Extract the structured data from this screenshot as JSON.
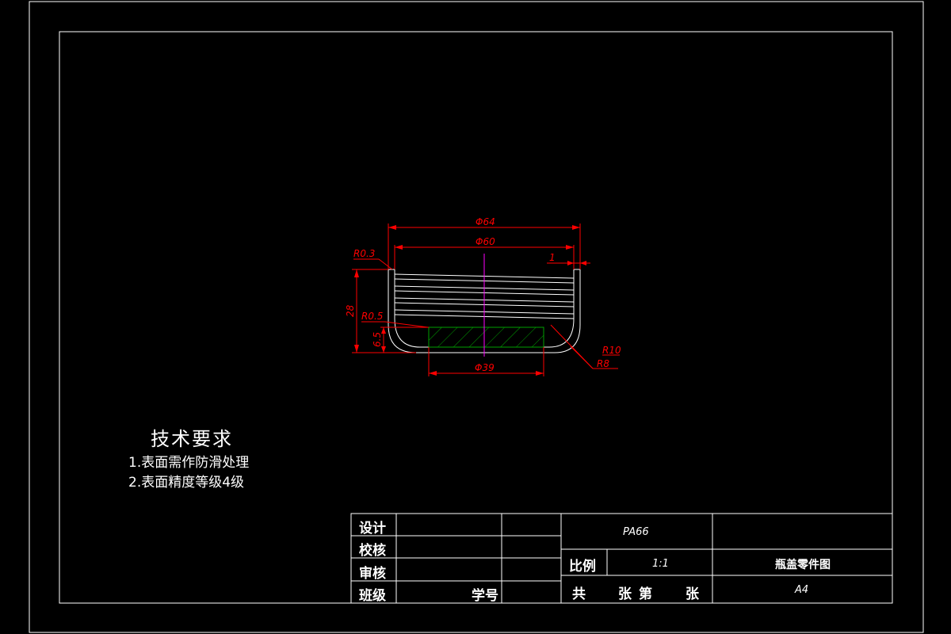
{
  "drawing": {
    "dimensions": {
      "outer_diameter": "Φ64",
      "inner_diameter": "Φ60",
      "bottom_diameter": "Φ39",
      "height": "28",
      "bottom_height": "6.5",
      "radius_top": "R0.3",
      "radius_inner": "R0.5",
      "radius_outer_10": "R10",
      "radius_outer_8": "R8",
      "lip_width": "1"
    }
  },
  "requirements": {
    "title": "技术要求",
    "items": [
      "1.表面需作防滑处理",
      "2.表面精度等级4级"
    ]
  },
  "title_block": {
    "design_label": "设计",
    "check_label": "校核",
    "review_label": "审核",
    "class_label": "班级",
    "student_id_label": "学号",
    "material": "PA66",
    "scale_label": "比例",
    "scale_value": "1:1",
    "drawing_name": "瓶盖零件图",
    "sheet_total_label": "共",
    "sheet_unit_label": "张",
    "sheet_index_label": "第",
    "sheet_unit_label2": "张",
    "paper_size": "A4"
  },
  "colors": {
    "frame": "#ffffff",
    "dimension": "#ff0000",
    "centerline": "#ff00ff",
    "hatch": "#00a000"
  }
}
